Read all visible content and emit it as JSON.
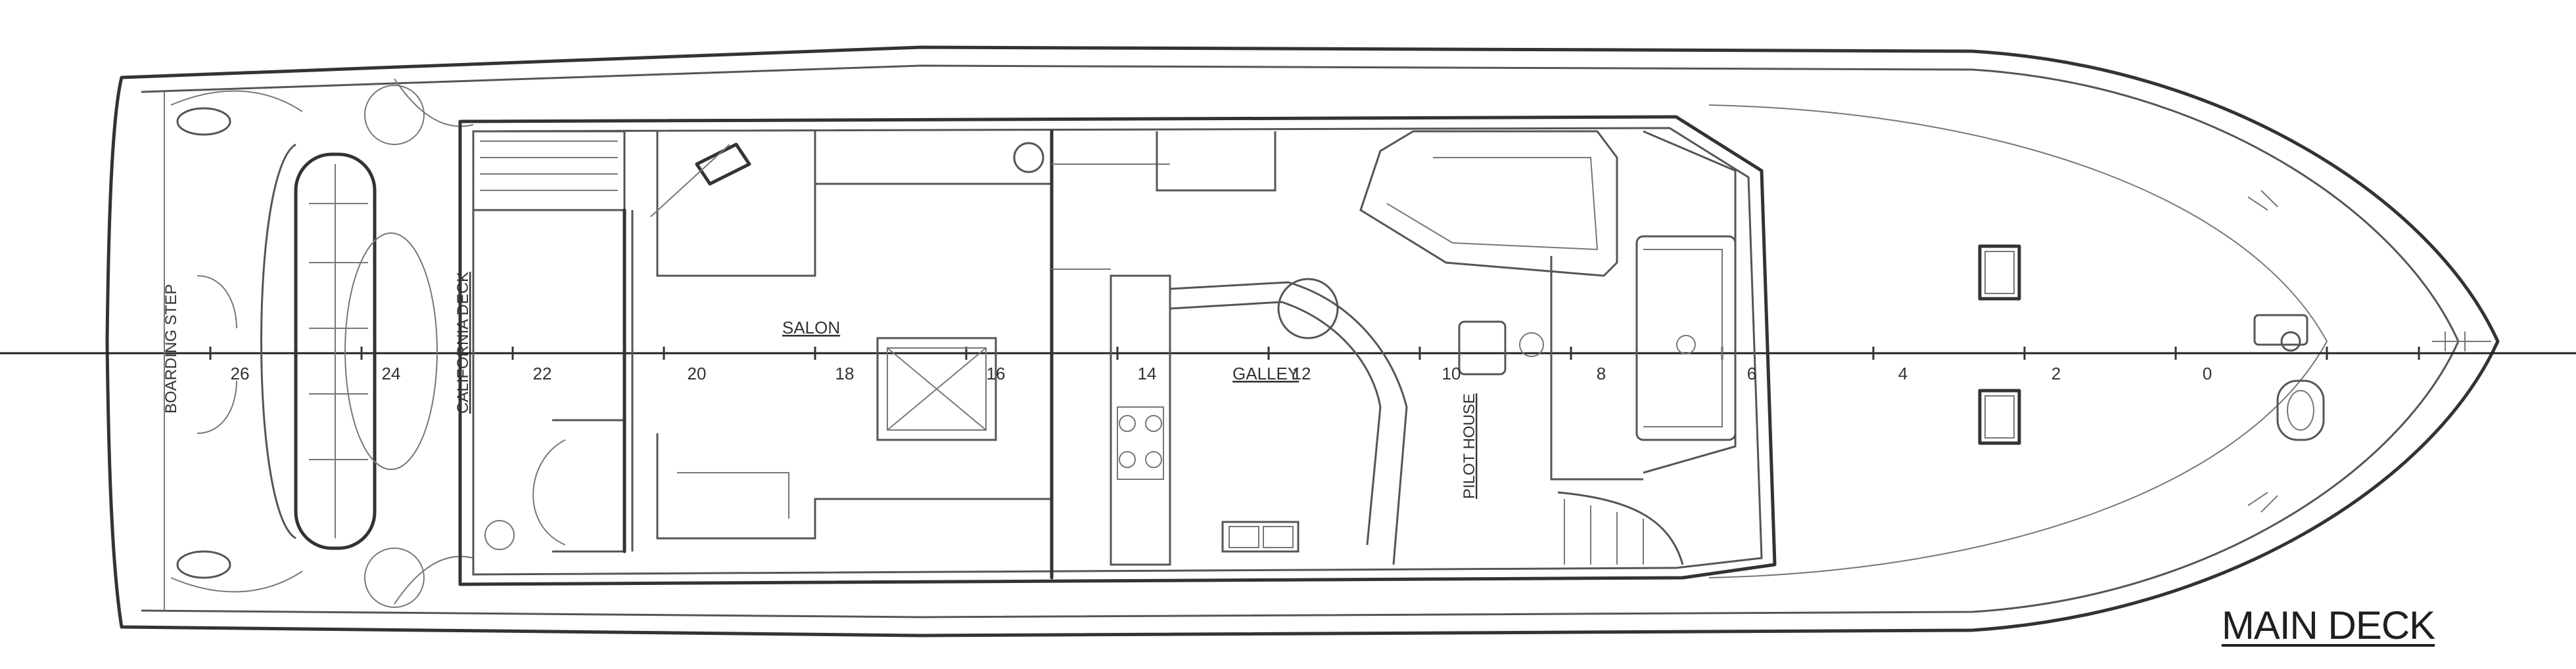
{
  "title": "MAIN DECK",
  "labels": {
    "boarding_step": "BOARDING STEP",
    "california_deck": "CALIFORNIA DECK",
    "salon": "SALON",
    "galley": "GALLEY",
    "pilot_house": "PILOT HOUSE"
  },
  "station_numbers": [
    "26",
    "24",
    "22",
    "20",
    "18",
    "16",
    "14",
    "12",
    "10",
    "8",
    "6",
    "4",
    "2",
    "0"
  ]
}
